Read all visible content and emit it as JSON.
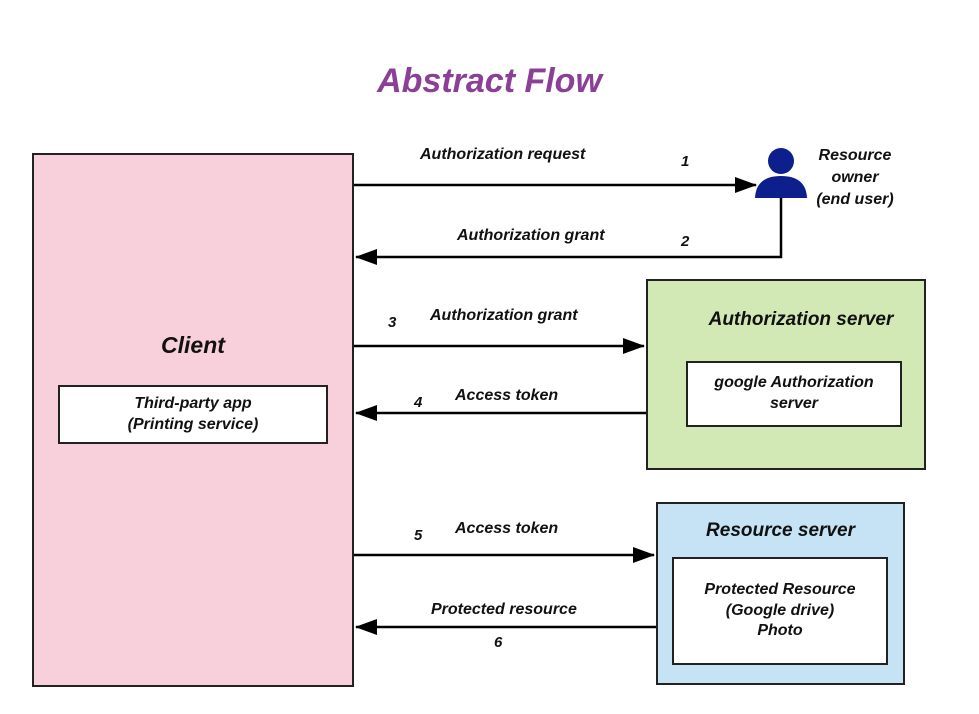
{
  "title": "Abstract Flow",
  "client": {
    "title": "Client",
    "app_line1": "Third-party app",
    "app_line2": "(Printing service)"
  },
  "resource_owner": {
    "line1": "Resource",
    "line2": "owner",
    "line3": "(end user)",
    "icon": "person-icon",
    "icon_color": "#0d1f8c"
  },
  "authorization_server": {
    "title": "Authorization server",
    "inner_line1": "google Authorization",
    "inner_line2": "server",
    "color": "#d3e9b5"
  },
  "resource_server": {
    "title": "Resource server",
    "inner_line1": "Protected Resource",
    "inner_line2": "(Google drive)",
    "inner_line3": "Photo",
    "color": "#c6e3f5"
  },
  "steps": [
    {
      "num": "1",
      "label": "Authorization request"
    },
    {
      "num": "2",
      "label": "Authorization grant"
    },
    {
      "num": "3",
      "label": "Authorization grant"
    },
    {
      "num": "4",
      "label": "Access token"
    },
    {
      "num": "5",
      "label": "Access token"
    },
    {
      "num": "6",
      "label": "Protected resource"
    }
  ],
  "colors": {
    "title": "#8b3f97",
    "client": "#f8d0dc"
  }
}
